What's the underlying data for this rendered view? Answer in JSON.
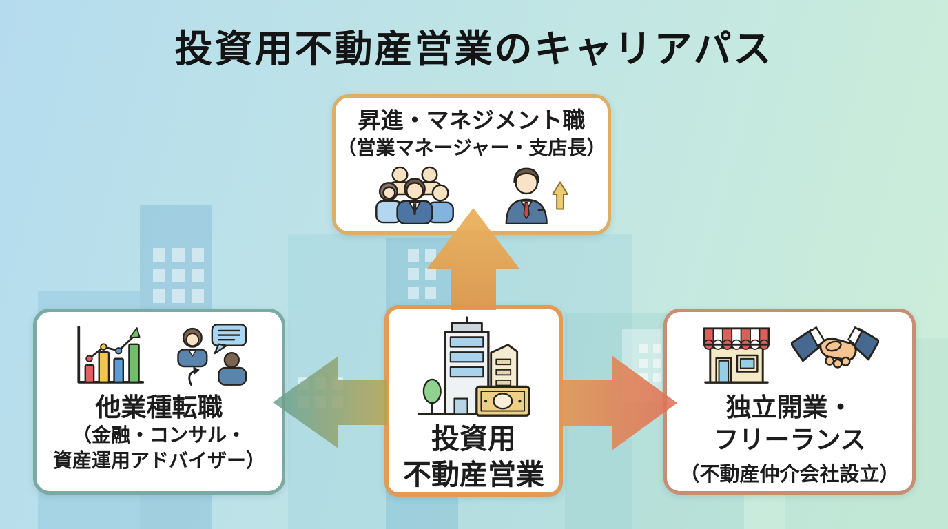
{
  "title": "投資用不動産営業のキャリアパス",
  "center_box": {
    "label_line1": "投資用",
    "label_line2": "不動産営業",
    "border_color": "#e29a55",
    "icon": "office-building-money-icon"
  },
  "top_box": {
    "title": "昇進・マネジメント職",
    "subtitle": "（営業マネージャー・支店長）",
    "border_color": "#dcae66",
    "icons": [
      "team-icon",
      "promoted-businessman-icon"
    ]
  },
  "left_box": {
    "title": "他業種転職",
    "subtitle_line1": "（金融・コンサル・",
    "subtitle_line2": "資産運用アドバイザー）",
    "border_color": "#7aaaa2",
    "icons": [
      "growth-chart-icon",
      "consulting-icon"
    ]
  },
  "right_box": {
    "title_line1": "独立開業・",
    "title_line2": "フリーランス",
    "subtitle": "（不動産仲介会社設立）",
    "border_color": "#c88e74",
    "icons": [
      "storefront-icon",
      "handshake-icon"
    ]
  },
  "arrows": {
    "up": {
      "direction": "up",
      "color_from": "#dd974b",
      "color_to": "#ebb25d"
    },
    "left": {
      "direction": "left",
      "color_from": "#b8a14e",
      "color_to": "#63a091"
    },
    "right": {
      "direction": "right",
      "color_from": "#e39650",
      "color_to": "#e06f57"
    }
  },
  "background": {
    "gradient_left": "#b5dcee",
    "gradient_right": "#cdeed8"
  }
}
